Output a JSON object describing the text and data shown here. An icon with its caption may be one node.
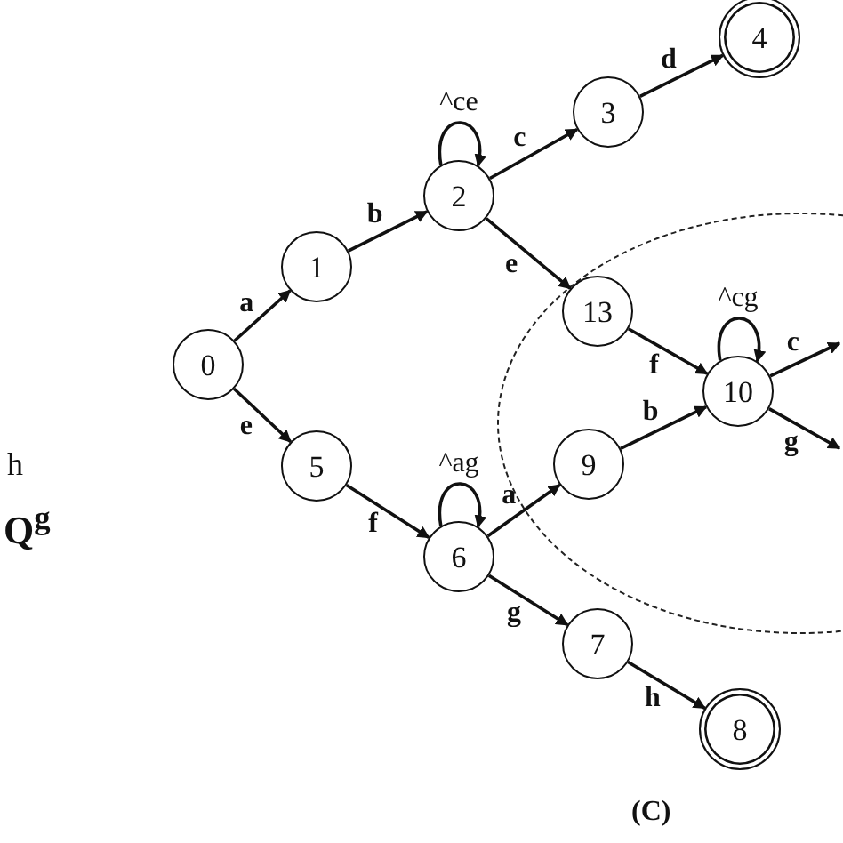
{
  "diagram": {
    "caption": "(C)",
    "nodes": [
      {
        "text": [
          "0"
        ]
      },
      {
        "text": [
          "1"
        ]
      },
      {
        "text": [
          "2"
        ]
      },
      {
        "text": [
          "3"
        ]
      },
      {
        "text": [
          "4"
        ]
      },
      {
        "text": [
          "5"
        ]
      },
      {
        "text": [
          "6"
        ]
      },
      {
        "text": [
          "7"
        ]
      },
      {
        "text": [
          "8"
        ]
      },
      {
        "text": [
          "9"
        ]
      },
      {
        "text": [
          "10"
        ]
      },
      {
        "text": [
          "13"
        ]
      }
    ],
    "edges": [
      {
        "from": 0,
        "to": 1,
        "arrow": "to",
        "label": "a"
      },
      {
        "from": 1,
        "to": 2,
        "arrow": "to",
        "label": "b"
      },
      {
        "from": 2,
        "to": 2,
        "arrow": "to",
        "label": "^ce"
      },
      {
        "from": 2,
        "to": 3,
        "arrow": "to",
        "label": "c"
      },
      {
        "from": 3,
        "to": 4,
        "arrow": "to",
        "label": "d"
      },
      {
        "from": 2,
        "to": 11,
        "arrow": "to",
        "label": "e"
      },
      {
        "from": 11,
        "to": 10,
        "arrow": "to",
        "label": "f"
      },
      {
        "from": 10,
        "to": 10,
        "arrow": "to",
        "label": "^cg"
      },
      {
        "from": 10,
        "to": null,
        "arrow": "to",
        "label": "c"
      },
      {
        "from": 10,
        "to": null,
        "arrow": "to",
        "label": "g"
      },
      {
        "from": 0,
        "to": 5,
        "arrow": "to",
        "label": "e"
      },
      {
        "from": 5,
        "to": 6,
        "arrow": "to",
        "label": "f"
      },
      {
        "from": 6,
        "to": 6,
        "arrow": "to",
        "label": "^ag"
      },
      {
        "from": 6,
        "to": 9,
        "arrow": "to",
        "label": "a"
      },
      {
        "from": 9,
        "to": 10,
        "arrow": "to",
        "label": "b"
      },
      {
        "from": 6,
        "to": 7,
        "arrow": "to",
        "label": "g"
      },
      {
        "from": 7,
        "to": 8,
        "arrow": "to",
        "label": "h"
      }
    ],
    "labels": [
      "h",
      "Q$^{g}$"
    ]
  }
}
